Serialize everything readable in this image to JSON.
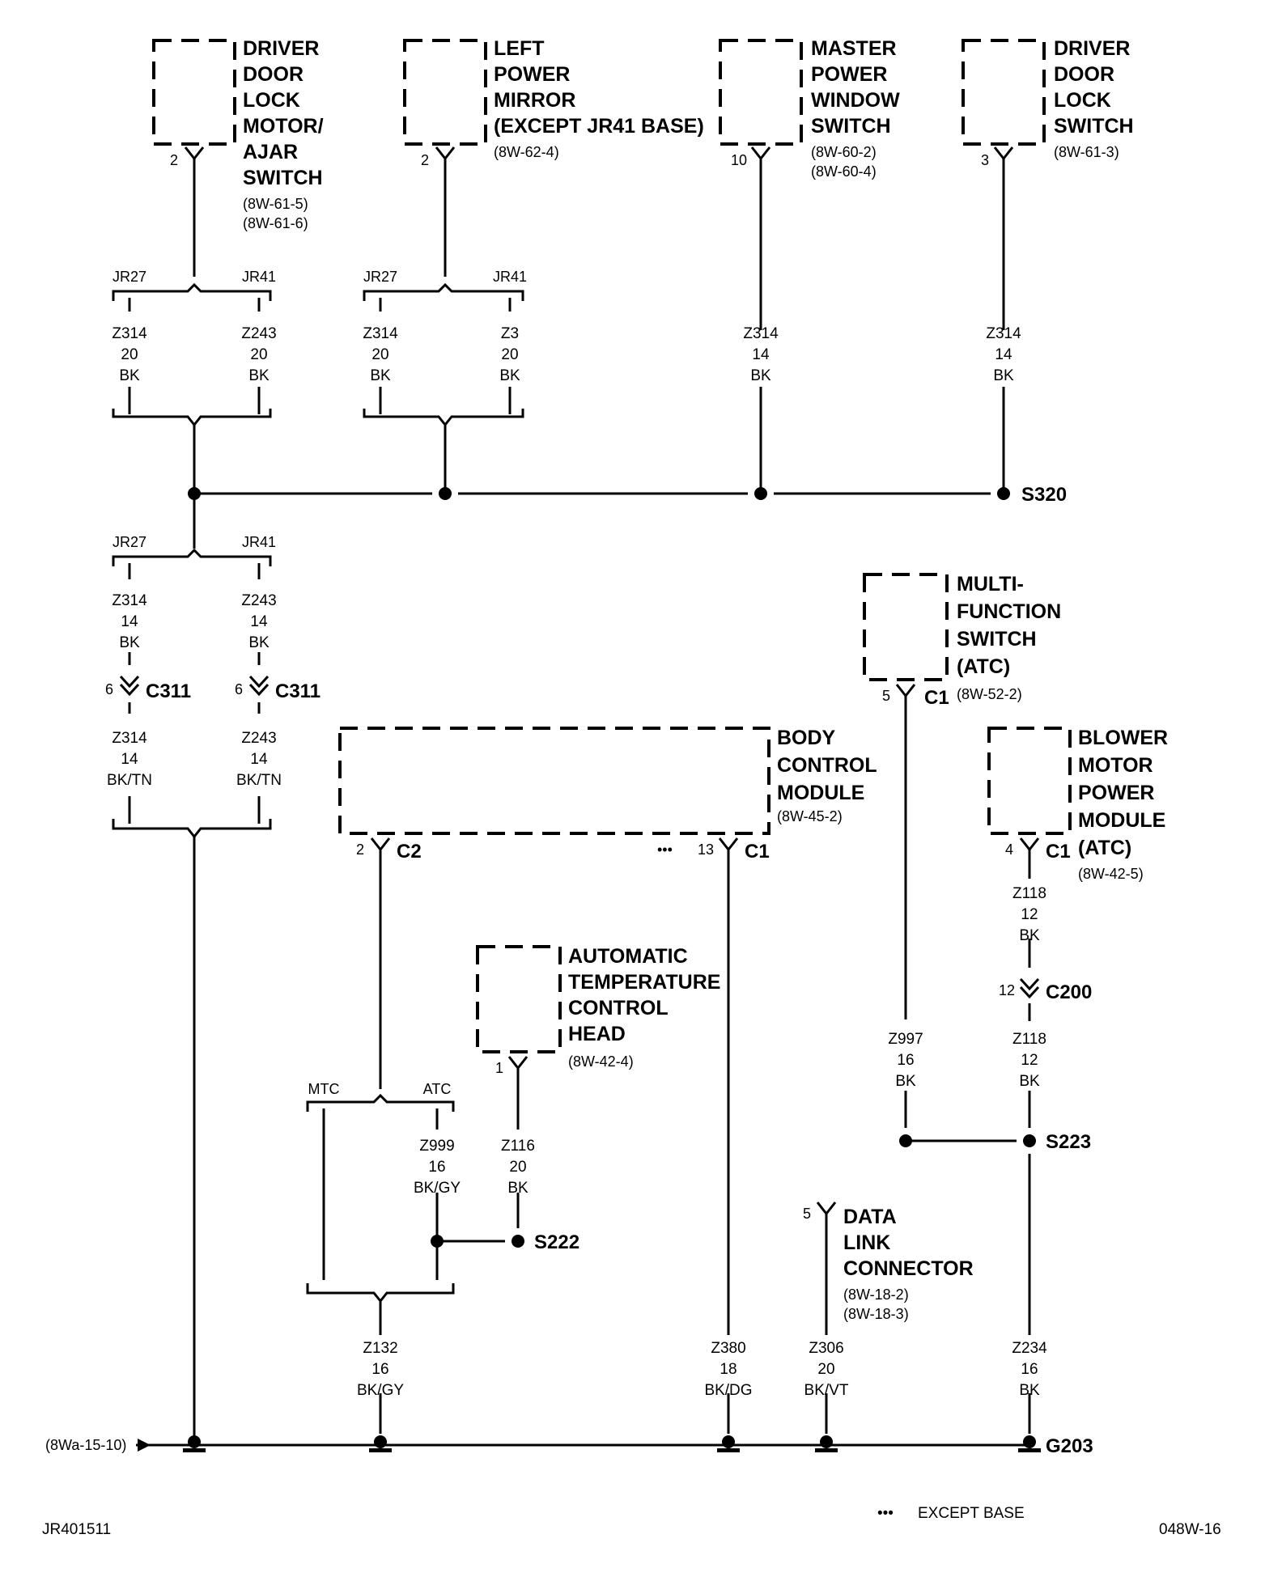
{
  "components": {
    "driver_door_lock_motor": {
      "lines": [
        "DRIVER",
        "DOOR",
        "LOCK",
        "MOTOR/",
        "AJAR",
        "SWITCH"
      ],
      "refs": [
        "(8W-61-5)",
        "(8W-61-6)"
      ],
      "pin": "2"
    },
    "left_power_mirror": {
      "lines": [
        "LEFT",
        "POWER",
        "MIRROR",
        "(EXCEPT JR41 BASE)"
      ],
      "refs": [
        "(8W-62-4)"
      ],
      "pin": "2"
    },
    "master_power_window_switch": {
      "lines": [
        "MASTER",
        "POWER",
        "WINDOW",
        "SWITCH"
      ],
      "refs": [
        "(8W-60-2)",
        "(8W-60-4)"
      ],
      "pin": "10"
    },
    "driver_door_lock_switch": {
      "lines": [
        "DRIVER",
        "DOOR",
        "LOCK",
        "SWITCH"
      ],
      "refs": [
        "(8W-61-3)"
      ],
      "pin": "3"
    },
    "multi_function_switch": {
      "lines": [
        "MULTI-",
        "FUNCTION",
        "SWITCH",
        "(ATC)"
      ],
      "refs": [
        "(8W-52-2)"
      ],
      "pin": "5",
      "connector": "C1"
    },
    "body_control_module": {
      "lines": [
        "BODY",
        "CONTROL",
        "MODULE"
      ],
      "refs": [
        "(8W-45-2)"
      ],
      "pin_left": "2",
      "connector_left": "C2",
      "pin_right": "13",
      "connector_right": "C1"
    },
    "blower_motor_power_module": {
      "lines": [
        "BLOWER",
        "MOTOR",
        "POWER",
        "MODULE",
        "(ATC)"
      ],
      "refs": [
        "(8W-42-5)"
      ],
      "pin": "4",
      "connector": "C1"
    },
    "automatic_temperature_control_head": {
      "lines": [
        "AUTOMATIC",
        "TEMPERATURE",
        "CONTROL",
        "HEAD"
      ],
      "refs": [
        "(8W-42-4)"
      ],
      "pin": "1"
    },
    "data_link_connector": {
      "lines": [
        "DATA",
        "LINK",
        "CONNECTOR"
      ],
      "refs": [
        "(8W-18-2)",
        "(8W-18-3)"
      ],
      "pin": "5"
    }
  },
  "options": {
    "jr27": "JR27",
    "jr41": "JR41",
    "mtc": "MTC",
    "atc": "ATC"
  },
  "wires": {
    "dd_lock_jr27": [
      "Z314",
      "20",
      "BK"
    ],
    "dd_lock_jr41": [
      "Z243",
      "20",
      "BK"
    ],
    "mirror_jr27": [
      "Z314",
      "20",
      "BK"
    ],
    "mirror_jr41": [
      "Z3",
      "20",
      "BK"
    ],
    "window_switch": [
      "Z314",
      "14",
      "BK"
    ],
    "lock_switch": [
      "Z314",
      "14",
      "BK"
    ],
    "s320_jr27": [
      "Z314",
      "14",
      "BK"
    ],
    "s320_jr41": [
      "Z243",
      "14",
      "BK"
    ],
    "c311_jr27": [
      "Z314",
      "14",
      "BK/TN"
    ],
    "c311_jr41": [
      "Z243",
      "14",
      "BK/TN"
    ],
    "blower_upper": [
      "Z118",
      "12",
      "BK"
    ],
    "blower_lower": [
      "Z118",
      "12",
      "BK"
    ],
    "mfs": [
      "Z997",
      "16",
      "BK"
    ],
    "atc_bcm": [
      "Z999",
      "16",
      "BK/GY"
    ],
    "atc_head": [
      "Z116",
      "20",
      "BK"
    ],
    "bcm_c2": [
      "Z132",
      "16",
      "BK/GY"
    ],
    "bcm_c1": [
      "Z380",
      "18",
      "BK/DG"
    ],
    "dlc": [
      "Z306",
      "20",
      "BK/VT"
    ],
    "g203_feed": [
      "Z234",
      "16",
      "BK"
    ]
  },
  "splices": {
    "s320": "S320",
    "s222": "S222",
    "s223": "S223",
    "g203": "G203"
  },
  "connectors": {
    "c311_left": {
      "pin": "6",
      "name": "C311"
    },
    "c311_right": {
      "pin": "6",
      "name": "C311"
    },
    "c200": {
      "pin": "12",
      "name": "C200"
    }
  },
  "ground_ref": "(8Wa-15-10)",
  "legend": {
    "dots": "•••",
    "text": "EXCEPT BASE"
  },
  "footer": {
    "left": "JR401511",
    "right": "048W-16"
  }
}
